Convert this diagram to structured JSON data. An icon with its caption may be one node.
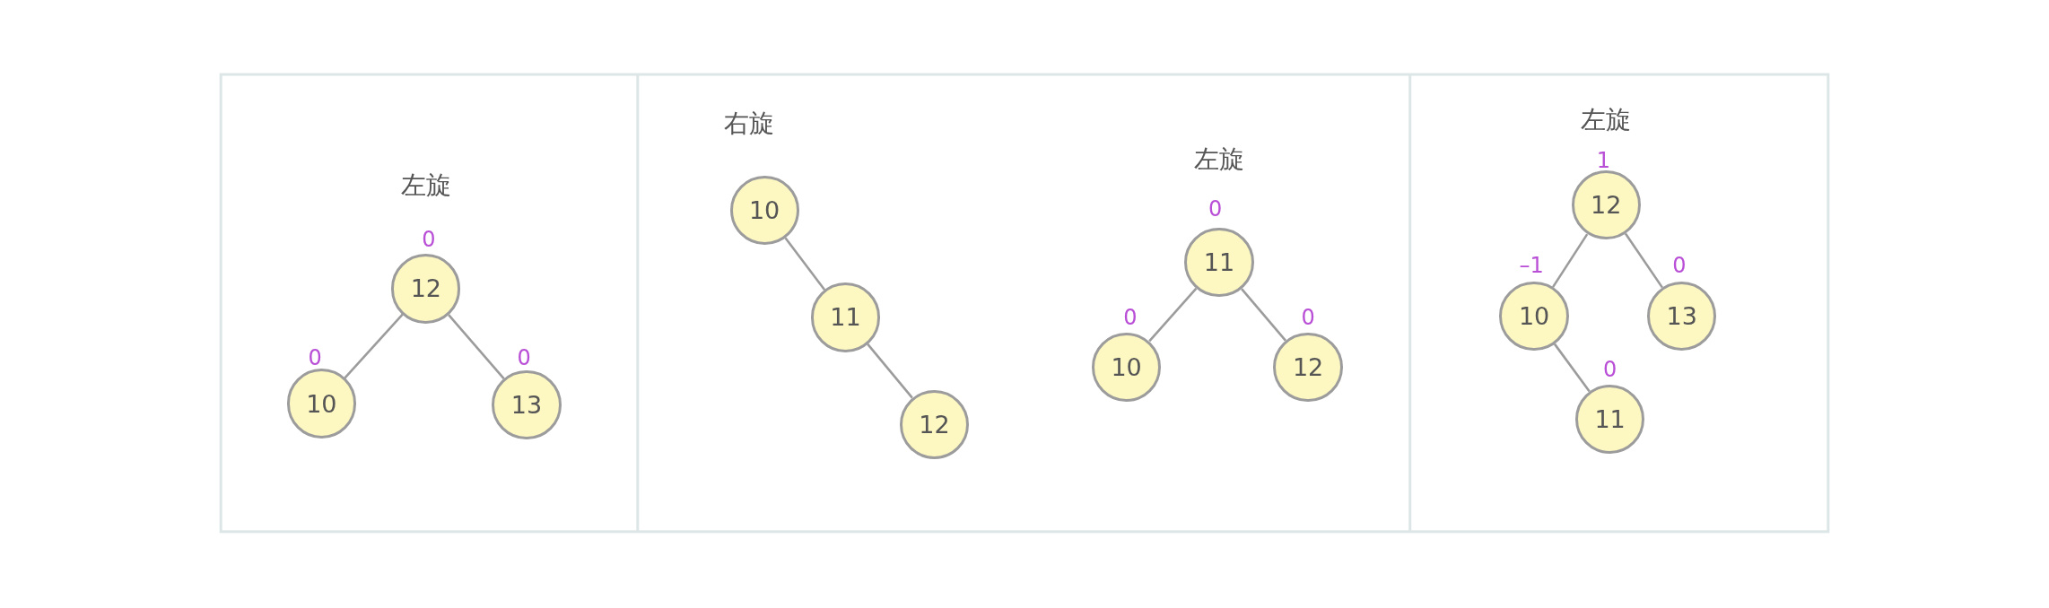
{
  "diagram": {
    "nodes": [
      {
        "text": [
          "12"
        ],
        "beside": [
          "0"
        ]
      },
      {
        "text": [
          "10"
        ],
        "beside": [
          "0"
        ]
      },
      {
        "text": [
          "13"
        ],
        "beside": [
          "0"
        ]
      },
      {
        "text": [
          "10"
        ]
      },
      {
        "text": [
          "11"
        ]
      },
      {
        "text": [
          "12"
        ]
      },
      {
        "text": [
          "11"
        ],
        "beside": [
          "0"
        ]
      },
      {
        "text": [
          "10"
        ],
        "beside": [
          "0"
        ]
      },
      {
        "text": [
          "12"
        ],
        "beside": [
          "0"
        ]
      },
      {
        "text": [
          "12"
        ],
        "beside": [
          "1"
        ]
      },
      {
        "text": [
          "10"
        ],
        "beside": [
          "–1"
        ]
      },
      {
        "text": [
          "13"
        ],
        "beside": [
          "0"
        ]
      },
      {
        "text": [
          "11"
        ],
        "beside": [
          "0"
        ]
      }
    ],
    "edges": [
      {
        "from": 0,
        "to": 1,
        "arrow": "none"
      },
      {
        "from": 0,
        "to": 2,
        "arrow": "none"
      },
      {
        "from": 3,
        "to": 4,
        "arrow": "none"
      },
      {
        "from": 4,
        "to": 5,
        "arrow": "none"
      },
      {
        "from": 6,
        "to": 7,
        "arrow": "none"
      },
      {
        "from": 6,
        "to": 8,
        "arrow": "none"
      },
      {
        "from": 9,
        "to": 10,
        "arrow": "none"
      },
      {
        "from": 9,
        "to": 11,
        "arrow": "none"
      },
      {
        "from": 10,
        "to": 12,
        "arrow": "none"
      }
    ],
    "labels": [
      "左旋",
      "右旋",
      "左旋",
      "左旋"
    ]
  }
}
